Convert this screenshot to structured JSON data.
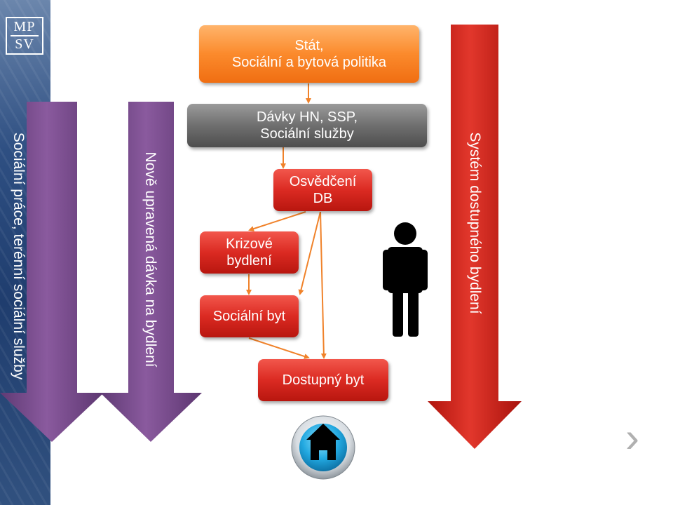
{
  "logo": {
    "line1": "MP",
    "line2": "SV"
  },
  "arrows": {
    "left_label": "Sociální práce, terénní sociální služby",
    "middle_label": "Nově upravená dávka na bydlení",
    "right_label": "Systém dostupného bydlení"
  },
  "boxes": {
    "stat": "Stát,\nSociální a bytová politika",
    "davky": "Dávky HN, SSP,\nSociální služby",
    "osvedceni": "Osvědčení\nDB",
    "krizove": "Krizové\nbydlení",
    "socialni_byt": "Sociální byt",
    "dostupny_byt": "Dostupný byt"
  },
  "colors": {
    "orange": "#f07c1e",
    "gray": "#6f6f6f",
    "red": "#d6241c",
    "purple": "#7a4c8c",
    "connector": "#f0822a",
    "navy": "#1f3d6e"
  },
  "icons": [
    "person-icon",
    "home-icon",
    "chevron-right-icon"
  ],
  "navigation": {
    "next_symbol": "›"
  }
}
